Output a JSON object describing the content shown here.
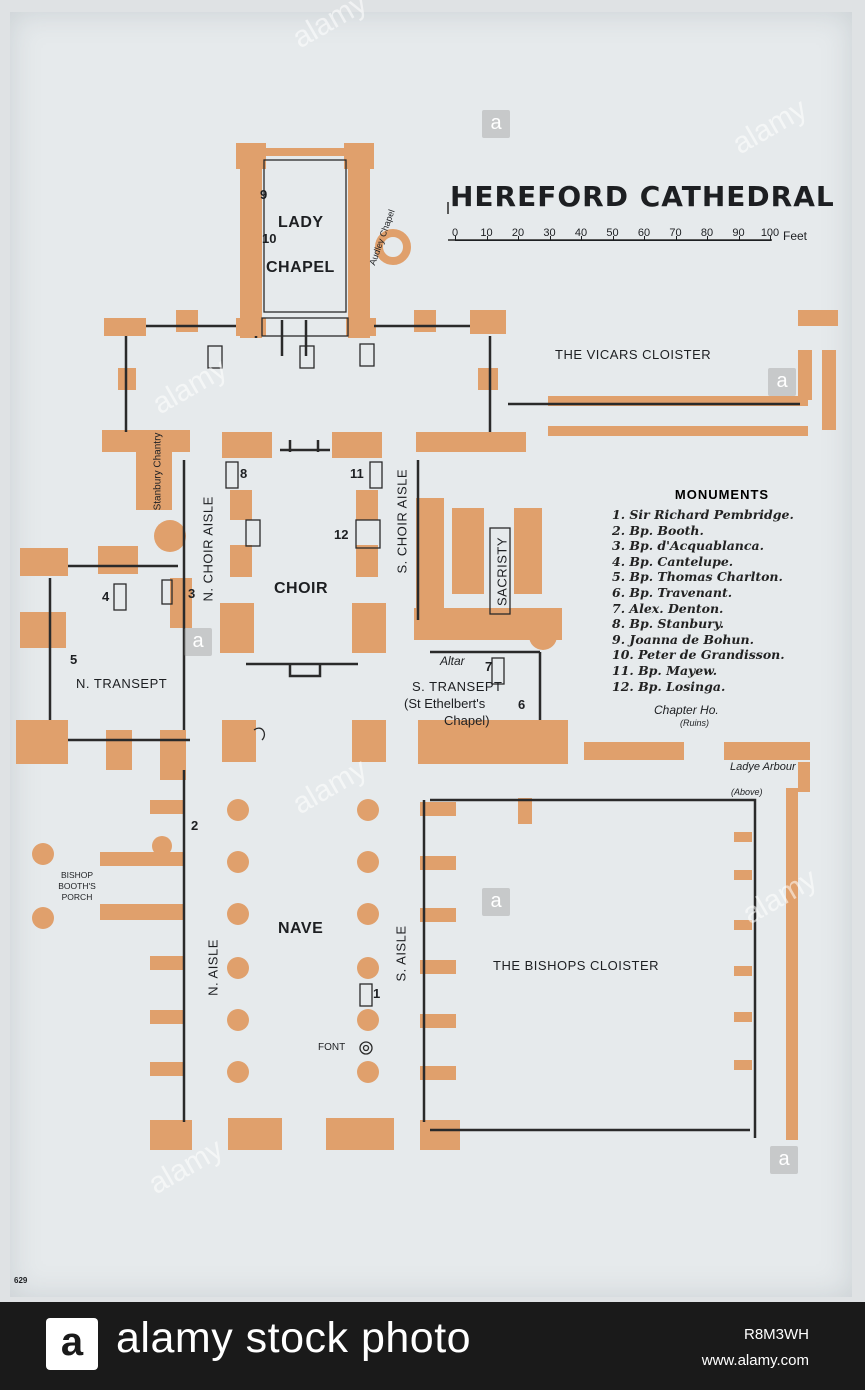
{
  "title": "HEREFORD CATHEDRAL",
  "scale": {
    "ticks": [
      "0",
      "10",
      "20",
      "30",
      "40",
      "50",
      "60",
      "70",
      "80",
      "90",
      "100"
    ],
    "unit": "Feet"
  },
  "labels": {
    "lady_chapel": "LADY",
    "lady_chapel_2": "CHAPEL",
    "audley_chapel": "Audley Chapel",
    "vicars_cloister": "THE VICARS CLOISTER",
    "stanbury_chantry": "Stanbury Chantry",
    "n_choir_aisle": "N. CHOIR AISLE",
    "choir": "CHOIR",
    "s_choir_aisle": "S. CHOIR AISLE",
    "sacristy": "SACRISTY",
    "n_transept": "N. TRANSEPT",
    "altar": "Altar",
    "s_transept": "S. TRANSEPT",
    "s_transept_sub": "(St Ethelbert's",
    "chapel": "Chapel)",
    "chapter_house": "Chapter Ho.",
    "ruins": "(Ruins)",
    "ladye_arbour": "Ladye Arbour",
    "above": "(Above)",
    "porch": "BISHOP BOOTH'S PORCH",
    "nave": "NAVE",
    "n_aisle": "N. AISLE",
    "s_aisle": "S. AISLE",
    "bishops_cloister": "THE BISHOPS CLOISTER",
    "font": "FONT",
    "page_number": "629"
  },
  "numbers": [
    "1",
    "2",
    "3",
    "4",
    "5",
    "6",
    "7",
    "8",
    "9",
    "10",
    "11",
    "12"
  ],
  "monuments": {
    "heading": "MONUMENTS",
    "items": [
      "1. Sir Richard Pembridge.",
      "2. Bp. Booth.",
      "3. Bp. d'Acquablanca.",
      "4. Bp. Cantelupe.",
      "5. Bp. Thomas Charlton.",
      "6. Bp. Travenant.",
      "7. Alex. Denton.",
      "8. Bp. Stanbury.",
      "9. Joanna de Bohun.",
      "10. Peter de Grandisson.",
      "11. Bp. Mayew.",
      "12. Bp. Losinga."
    ]
  },
  "colors": {
    "wall": "#e0a06c",
    "ink": "#1d1f22",
    "paper": "#e6eaec"
  },
  "footer": {
    "logo": "a",
    "brand": "alamy stock photo",
    "image_id": "R8M3WH",
    "url": "www.alamy.com"
  },
  "watermark": {
    "text": "alamy",
    "glyph": "a"
  }
}
